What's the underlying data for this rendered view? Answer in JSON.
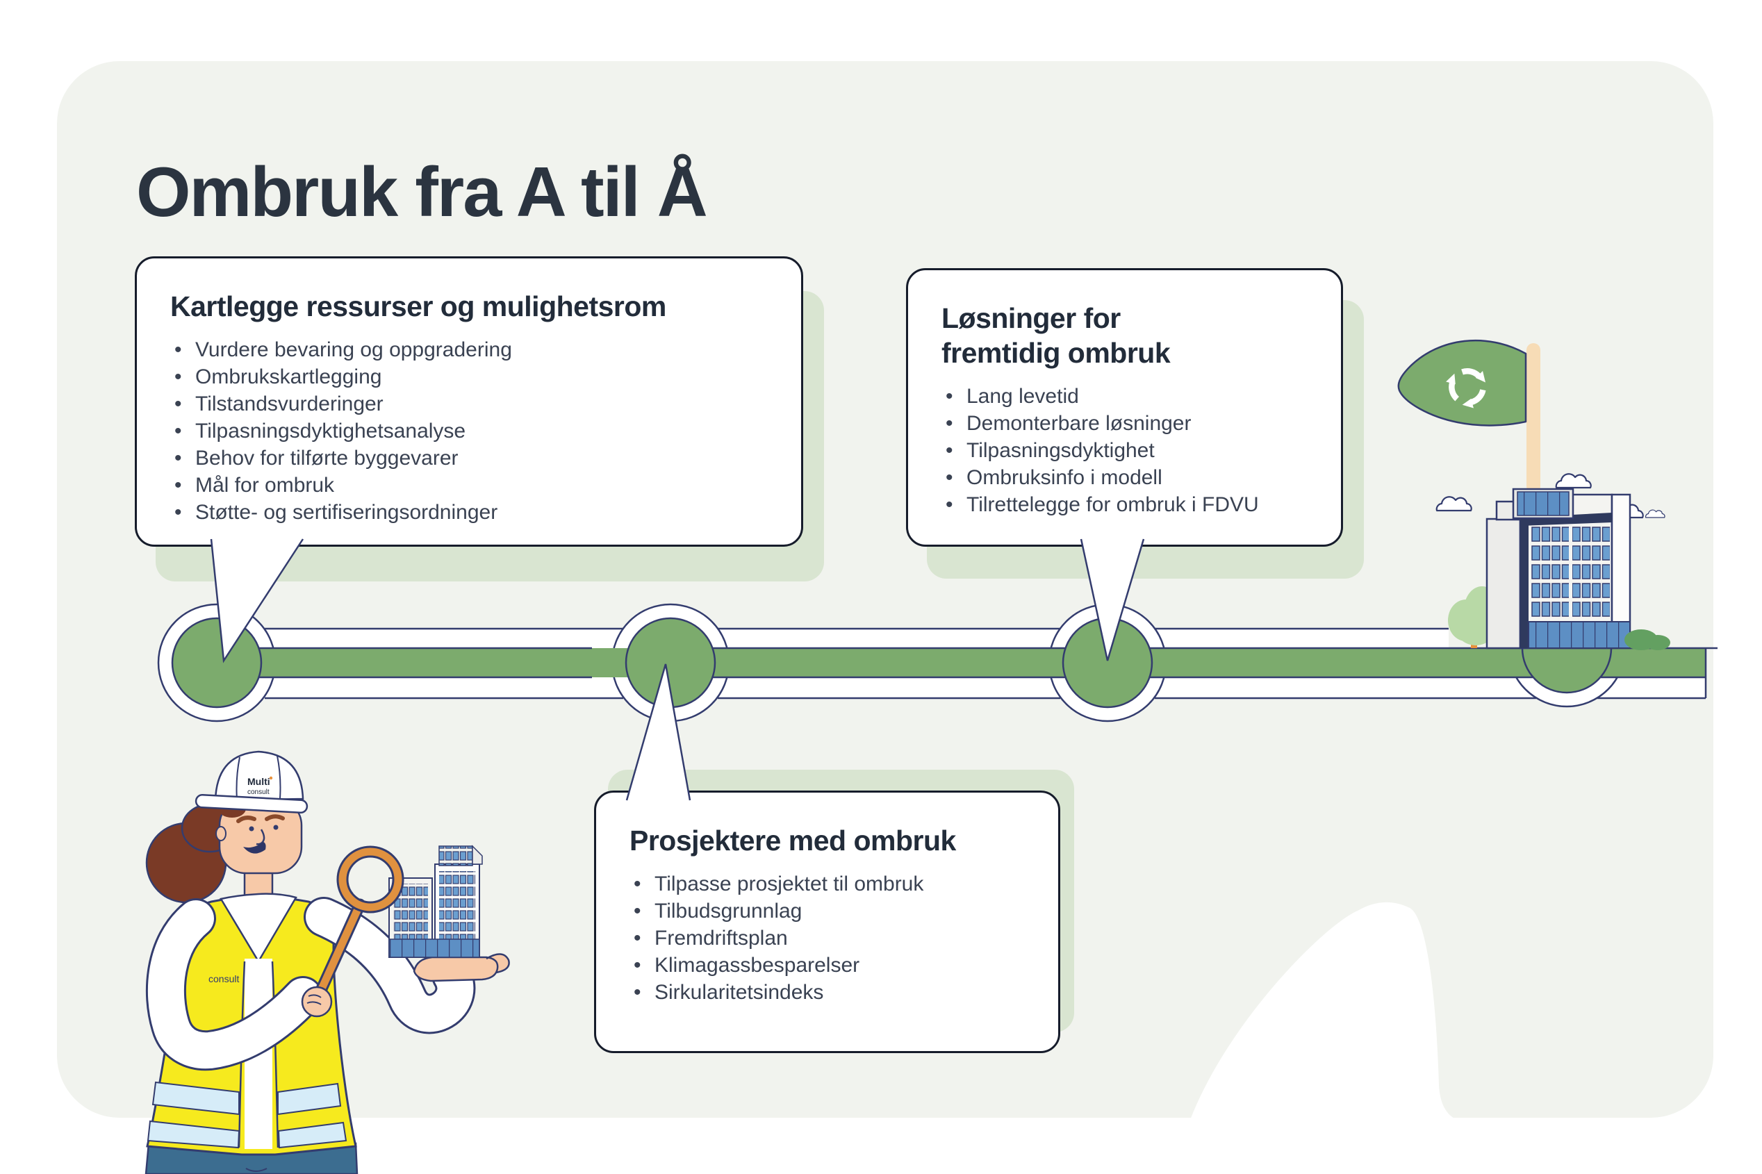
{
  "page": {
    "title": "Ombruk fra A til Å"
  },
  "callouts": [
    {
      "id": "kartlegge",
      "title": "Kartlegge ressurser og mulighetsrom",
      "bullets": [
        "Vurdere bevaring og oppgradering",
        "Ombrukskartlegging",
        "Tilstandsvurderinger",
        "Tilpasningsdyktighetsanalyse",
        "Behov for tilførte byggevarer",
        "Mål for ombruk",
        "Støtte- og sertifiseringsordninger"
      ]
    },
    {
      "id": "prosjektere",
      "title": "Prosjektere med ombruk",
      "bullets": [
        "Tilpasse prosjektet til ombruk",
        "Tilbudsgrunnlag",
        "Fremdriftsplan",
        "Klimagassbesparelser",
        "Sirkularitetsindeks"
      ]
    },
    {
      "id": "losninger",
      "title": "Løsninger for\nfremtidig ombruk",
      "bullets": [
        "Lang levetid",
        "Demonterbare løsninger",
        "Tilpasningsdyktighet",
        "Ombruksinfo i modell",
        "Tilrettelegge for ombruk i FDVU"
      ]
    }
  ],
  "worker": {
    "hat_brand_top": "Multi",
    "hat_brand_bottom": "consult",
    "vest_label": "consult"
  },
  "icons": [
    "recycle-flag-icon",
    "magnifier-icon",
    "hard-hat-icon",
    "cloud-icon",
    "tree-icon",
    "bush-icon",
    "building-icon",
    "building-model-icon"
  ],
  "colors": {
    "panel_bg": "#f1f3ee",
    "accent_green": "#7cab6d",
    "shadow_green": "#d9e5d1",
    "outline_navy": "#333c6e",
    "box_border": "#161c2b",
    "title_text": "#2b3440",
    "body_text": "#3a4252",
    "vest_yellow": "#f6ea1e",
    "stripe_blue": "#d6ecf8",
    "jeans_blue": "#3c6d90",
    "skin": "#f7c9a8",
    "hair": "#7a3a26",
    "orange": "#e0913f",
    "window_blue": "#6b9fd0",
    "glass_blue": "#5d8fc4",
    "slab_navy": "#2f3a5e",
    "pole_beige": "#f7dcb6"
  }
}
